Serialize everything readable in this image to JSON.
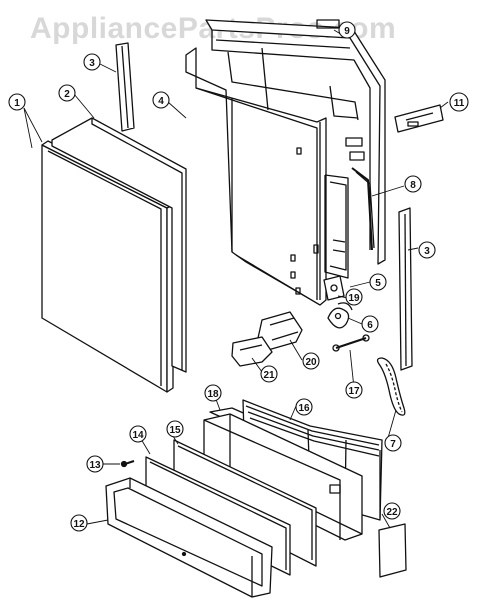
{
  "watermark": "AppliancePartsPros.com",
  "callouts": [
    {
      "id": "c1",
      "label": "1"
    },
    {
      "id": "c2",
      "label": "2"
    },
    {
      "id": "c3a",
      "label": "3"
    },
    {
      "id": "c4",
      "label": "4"
    },
    {
      "id": "c9",
      "label": "9"
    },
    {
      "id": "c11",
      "label": "11"
    },
    {
      "id": "c8",
      "label": "8"
    },
    {
      "id": "c3b",
      "label": "3"
    },
    {
      "id": "c5",
      "label": "5"
    },
    {
      "id": "c19",
      "label": "19"
    },
    {
      "id": "c6",
      "label": "6"
    },
    {
      "id": "c20",
      "label": "20"
    },
    {
      "id": "c21",
      "label": "21"
    },
    {
      "id": "c17",
      "label": "17"
    },
    {
      "id": "c7",
      "label": "7"
    },
    {
      "id": "c18",
      "label": "18"
    },
    {
      "id": "c16",
      "label": "16"
    },
    {
      "id": "c15",
      "label": "15"
    },
    {
      "id": "c14",
      "label": "14"
    },
    {
      "id": "c13",
      "label": "13"
    },
    {
      "id": "c12",
      "label": "12"
    },
    {
      "id": "c22",
      "label": "22"
    }
  ],
  "colors": {
    "line": "#111111",
    "background": "#ffffff",
    "watermark": "#d8d8d8"
  }
}
